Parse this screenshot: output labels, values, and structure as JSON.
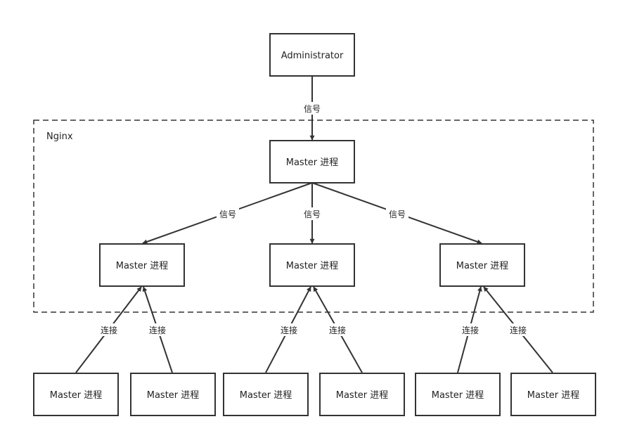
{
  "group": {
    "label": "Nginx"
  },
  "nodes": {
    "admin": "Administrator",
    "master": "Master 进程",
    "worker_left": "Master 进程",
    "worker_center": "Master 进程",
    "worker_right": "Master 进程",
    "client_1": "Master 进程",
    "client_2": "Master 进程",
    "client_3": "Master 进程",
    "client_4": "Master 进程",
    "client_5": "Master 进程",
    "client_6": "Master 进程"
  },
  "edges": {
    "admin_to_master": "信号",
    "master_to_left": "信号",
    "master_to_center": "信号",
    "master_to_right": "信号",
    "client_1_to_left": "连接",
    "client_2_to_left": "连接",
    "client_3_to_center": "连接",
    "client_4_to_center": "连接",
    "client_5_to_right": "连接",
    "client_6_to_right": "连接"
  }
}
